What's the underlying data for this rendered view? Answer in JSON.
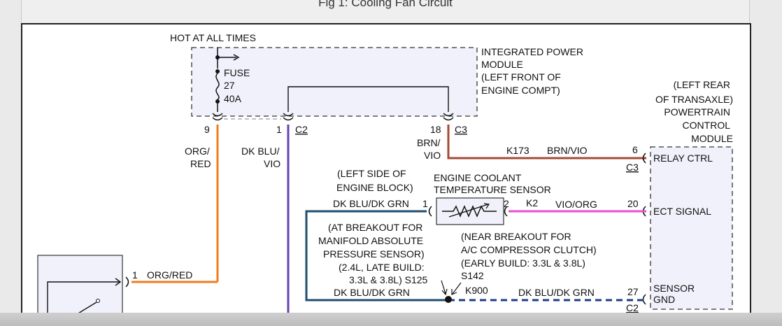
{
  "title": "Fig 1: Cooling Fan Circuit",
  "ipm": {
    "hot": "HOT AT ALL TIMES",
    "name": [
      "INTEGRATED POWER",
      "MODULE",
      "(LEFT FRONT OF",
      "ENGINE COMPT)"
    ],
    "fuse": [
      "FUSE",
      "27",
      "40A"
    ]
  },
  "pins": {
    "p9": "9",
    "p1": "1",
    "c2": "C2",
    "p18": "18",
    "c3": "C3",
    "p6": "6",
    "c3b": "C3",
    "p20": "20",
    "p27": "27",
    "c2b": "C2",
    "ect1": "1",
    "ect2": "2",
    "rel1": "1"
  },
  "wires": {
    "org_red": [
      "ORG/",
      "RED"
    ],
    "dk_blu_vio": [
      "DK BLU/",
      "VIO"
    ],
    "brn_vio": [
      "BRN/",
      "VIO"
    ],
    "k173": "K173",
    "brn_vio2": "BRN/VIO",
    "dk_blu_dk_grn_top": "DK BLU/DK GRN",
    "k2": "K2",
    "vio_org": "VIO/ORG",
    "org_red2": "ORG/RED",
    "dk_blu_dk_grn_s125": "DK BLU/DK GRN",
    "k900": "K900",
    "dk_blu_dk_grn_bottom": "DK BLU/DK GRN"
  },
  "pcm": {
    "name": [
      "(LEFT REAR",
      "OF TRANSAXLE)",
      "POWERTRAIN",
      "CONTROL",
      "MODULE"
    ],
    "relay": "RELAY CTRL",
    "ect": "ECT SIGNAL",
    "gnd": [
      "SENSOR",
      "GND"
    ]
  },
  "ect": {
    "loc": [
      "(LEFT SIDE OF",
      "ENGINE BLOCK)"
    ],
    "name": [
      "ENGINE COOLANT",
      "TEMPERATURE SENSOR"
    ]
  },
  "s125": [
    "(AT BREAKOUT FOR",
    "MANIFOLD ABSOLUTE",
    "PRESSURE SENSOR)",
    "(2.4L, LATE BUILD:",
    "3.3L & 3.8L) S125"
  ],
  "s142": [
    "(NEAR BREAKOUT FOR",
    "A/C COMPRESSOR CLUTCH)",
    "(EARLY BUILD: 3.3L & 3.8L)",
    "S142"
  ],
  "colors": {
    "org_red": "#f07c1e",
    "dk_blu_vio": "#6a3fb5",
    "brn_vio": "#a44a35",
    "vio_org": "#e84fd0",
    "dk_blu_dk_grn": "#1f4e6e",
    "gnd_dash": "#1d3c8a",
    "module_fill": "#f1f1fb"
  }
}
